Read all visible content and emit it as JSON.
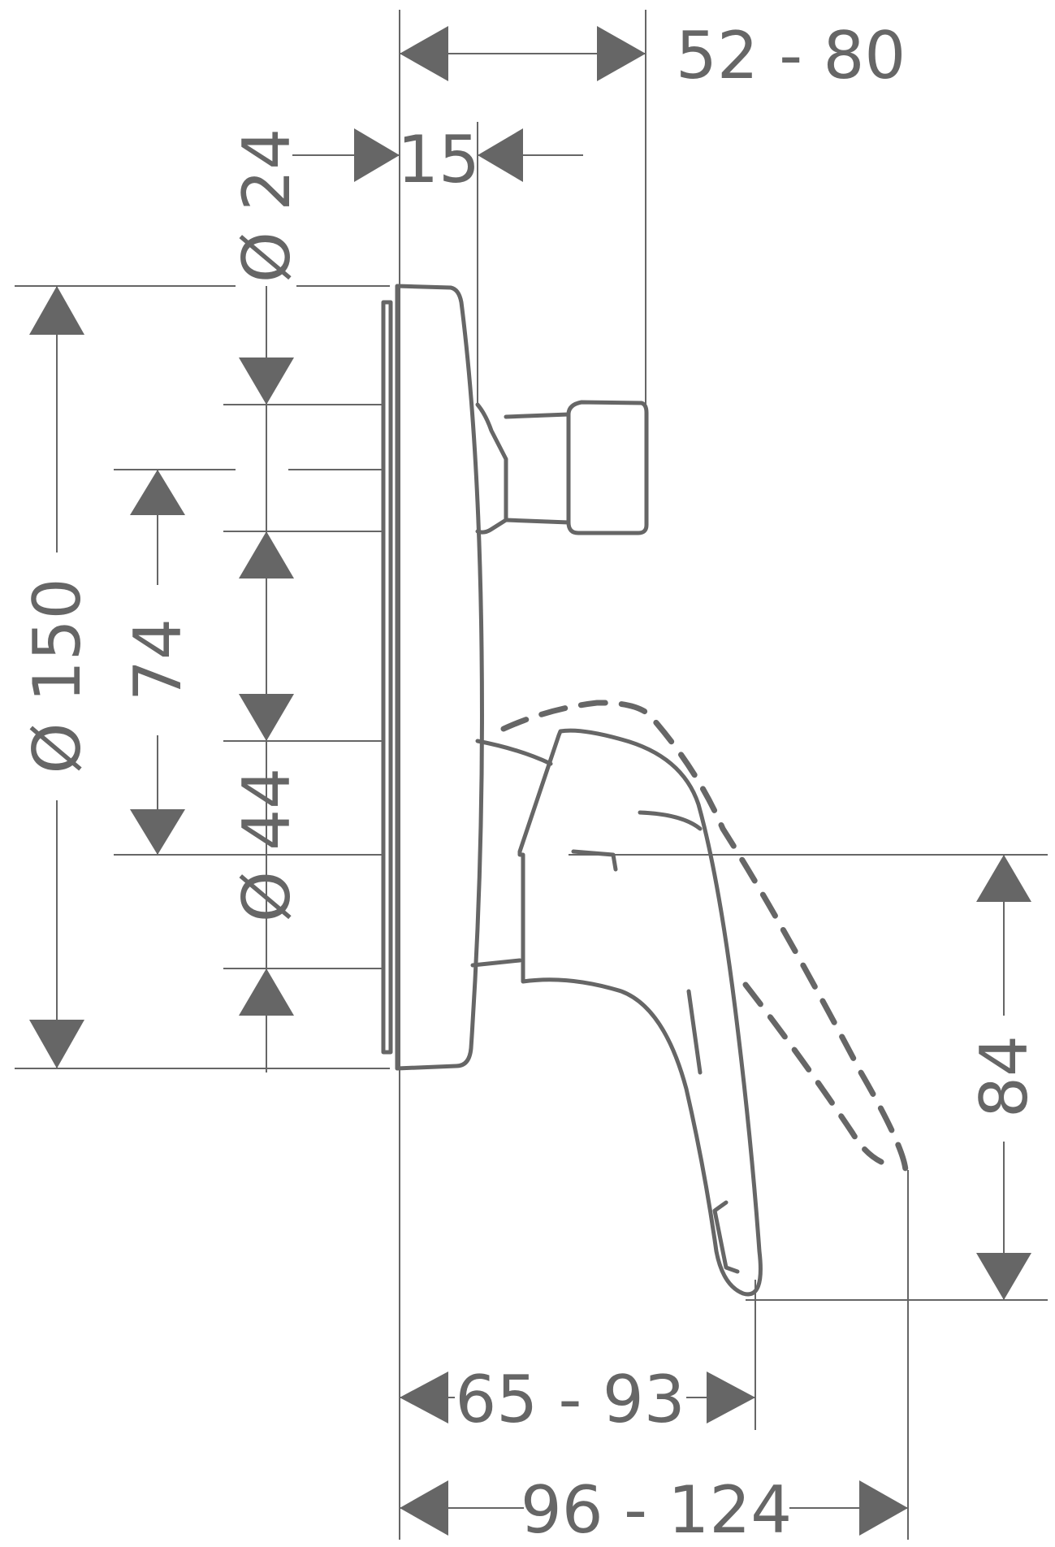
{
  "dimensions": {
    "projection": "52 - 80",
    "cover_to_spout": "15",
    "spout_diameter": "Ø 24",
    "rosette_diameter": "Ø 150",
    "axis_spacing": "74",
    "handle_diameter": "Ø 44",
    "handle_drop": "84",
    "handle_reach": "65 - 93",
    "handle_reach_open": "96 - 124"
  }
}
